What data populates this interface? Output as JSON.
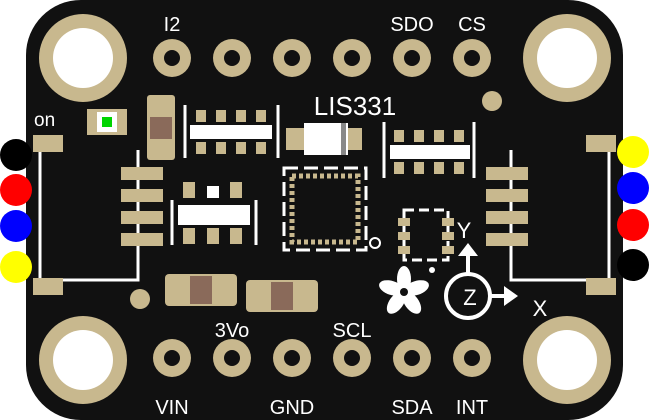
{
  "board": {
    "chip_label": "LIS331",
    "led_label": "on",
    "top_pins": [
      "I2",
      "SDO",
      "CS"
    ],
    "bottom_pins": [
      "VIN",
      "3Vo",
      "GND",
      "SCL",
      "SDA",
      "INT"
    ],
    "axis_labels": {
      "y": "Y",
      "z": "Z",
      "x": "X"
    }
  },
  "colors": {
    "pcb": "#111111",
    "pad": "#c8b88e",
    "silkscreen": "#ffffff",
    "wire_colors_left": [
      "#000000",
      "#ff0000",
      "#0000ff",
      "#ffff00"
    ],
    "wire_colors_right": [
      "#ffff00",
      "#0000ff",
      "#ff0000",
      "#000000"
    ]
  }
}
